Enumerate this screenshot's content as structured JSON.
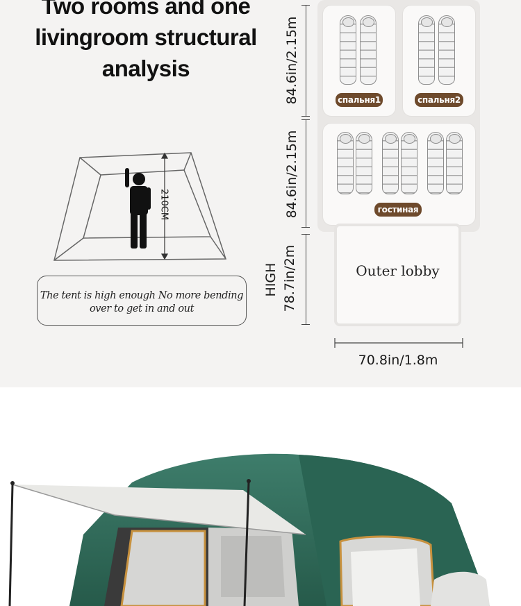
{
  "headline": {
    "line1": "Two rooms and one",
    "line2": "livingroom structural",
    "line3": "analysis"
  },
  "height_diagram": {
    "height_label": "210CM",
    "person_icon": "standing-person-icon"
  },
  "tent_note": {
    "line1": "The tent is high enough No more bending",
    "line2": "over to get in and out"
  },
  "floor_plan": {
    "bedroom_depth": "84.6in/2.15m",
    "living_depth": "84.6in/2.15m",
    "lobby_height": "78.7in/2m",
    "high_label": "HIGH",
    "width": "70.8in/1.8m",
    "bedroom1_label": "спальня1",
    "bedroom2_label": "спальня2",
    "living_label": "гостиная",
    "outer_lobby_label": "Outer lobby",
    "tag_color": "#6e4a2c"
  },
  "photo": {
    "tent_color": "#2f6b5a",
    "canopy_color": "#e9e9e6"
  }
}
